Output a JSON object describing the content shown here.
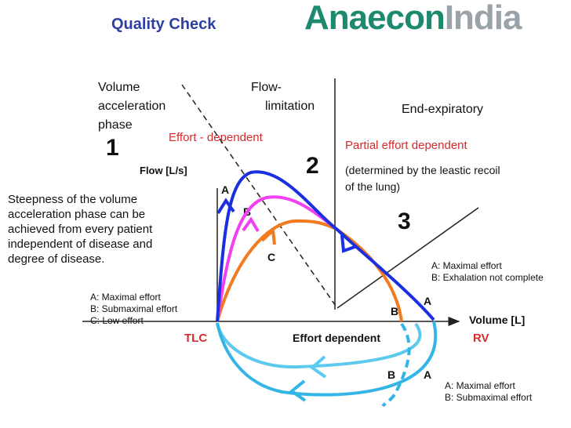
{
  "header": {
    "title": "Quality Check",
    "logo_main": "Anaecon",
    "logo_tail": "India"
  },
  "phases": {
    "p1_line1": "Volume",
    "p1_line2": "acceleration",
    "p1_line3": "phase",
    "p2_line1": "Flow-",
    "p2_line2": "limitation",
    "p3": "End-expiratory",
    "effort_dependent": "Effort - dependent",
    "partial_effort": "Partial effort dependent",
    "recoil_line1": "(determined by the leastic recoil",
    "recoil_line2": "of the lung)",
    "n1": "1",
    "n2": "2",
    "n3": "3"
  },
  "axes": {
    "flow": "Flow [L/s]",
    "volume": "Volume [L]",
    "tlc": "TLC",
    "rv": "RV",
    "effort_dependent_bottom": "Effort dependent"
  },
  "notes": {
    "steep_1": "Steepness of the volume",
    "steep_2": "acceleration phase can be",
    "steep_3": "achieved from every patient",
    "steep_4": "independent of disease and",
    "steep_5": "degree of disease.",
    "left_a": "A: Maximal effort",
    "left_b": "B: Submaximal effort",
    "left_c": "C: Low effort",
    "right_a": "A: Maximal effort",
    "right_b": "B: Exhalation not complete",
    "bottom_a": "A: Maximal effort",
    "bottom_b": "B: Submaximal effort"
  },
  "curve_labels": {
    "a_top": "A",
    "b_top": "B",
    "c_top": "C",
    "a_right": "A",
    "b_right": "B",
    "a_bottom": "A",
    "b_bottom": "B"
  },
  "colors": {
    "blue": "#1a2fe0",
    "magenta": "#f23ff2",
    "orange": "#f27a1f",
    "cyan": "#33b6e6",
    "cyan_light": "#5cc9ee"
  }
}
